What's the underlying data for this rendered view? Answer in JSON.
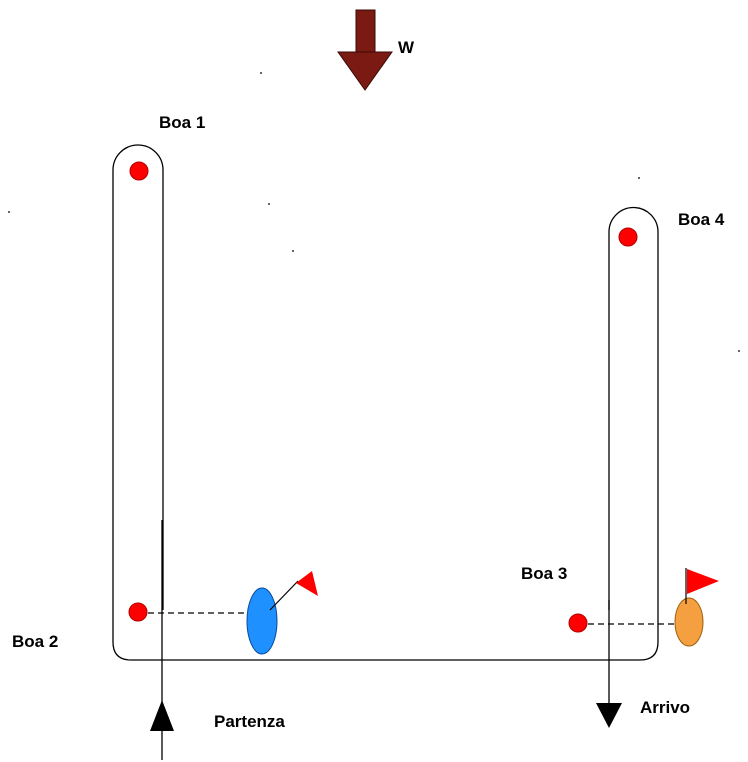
{
  "wind": {
    "label": "W",
    "arrow_color": "#7b1a12"
  },
  "buoys": [
    {
      "id": "boa-1",
      "label": "Boa 1"
    },
    {
      "id": "boa-2",
      "label": "Boa 2"
    },
    {
      "id": "boa-3",
      "label": "Boa 3"
    },
    {
      "id": "boa-4",
      "label": "Boa 4"
    }
  ],
  "start": {
    "label": "Partenza"
  },
  "finish": {
    "label": "Arrivo"
  },
  "colors": {
    "buoy": "#ff0000",
    "boat_start": "#1e90ff",
    "boat_finish": "#f5a040",
    "flag": "#ff0000",
    "line": "#000000"
  }
}
